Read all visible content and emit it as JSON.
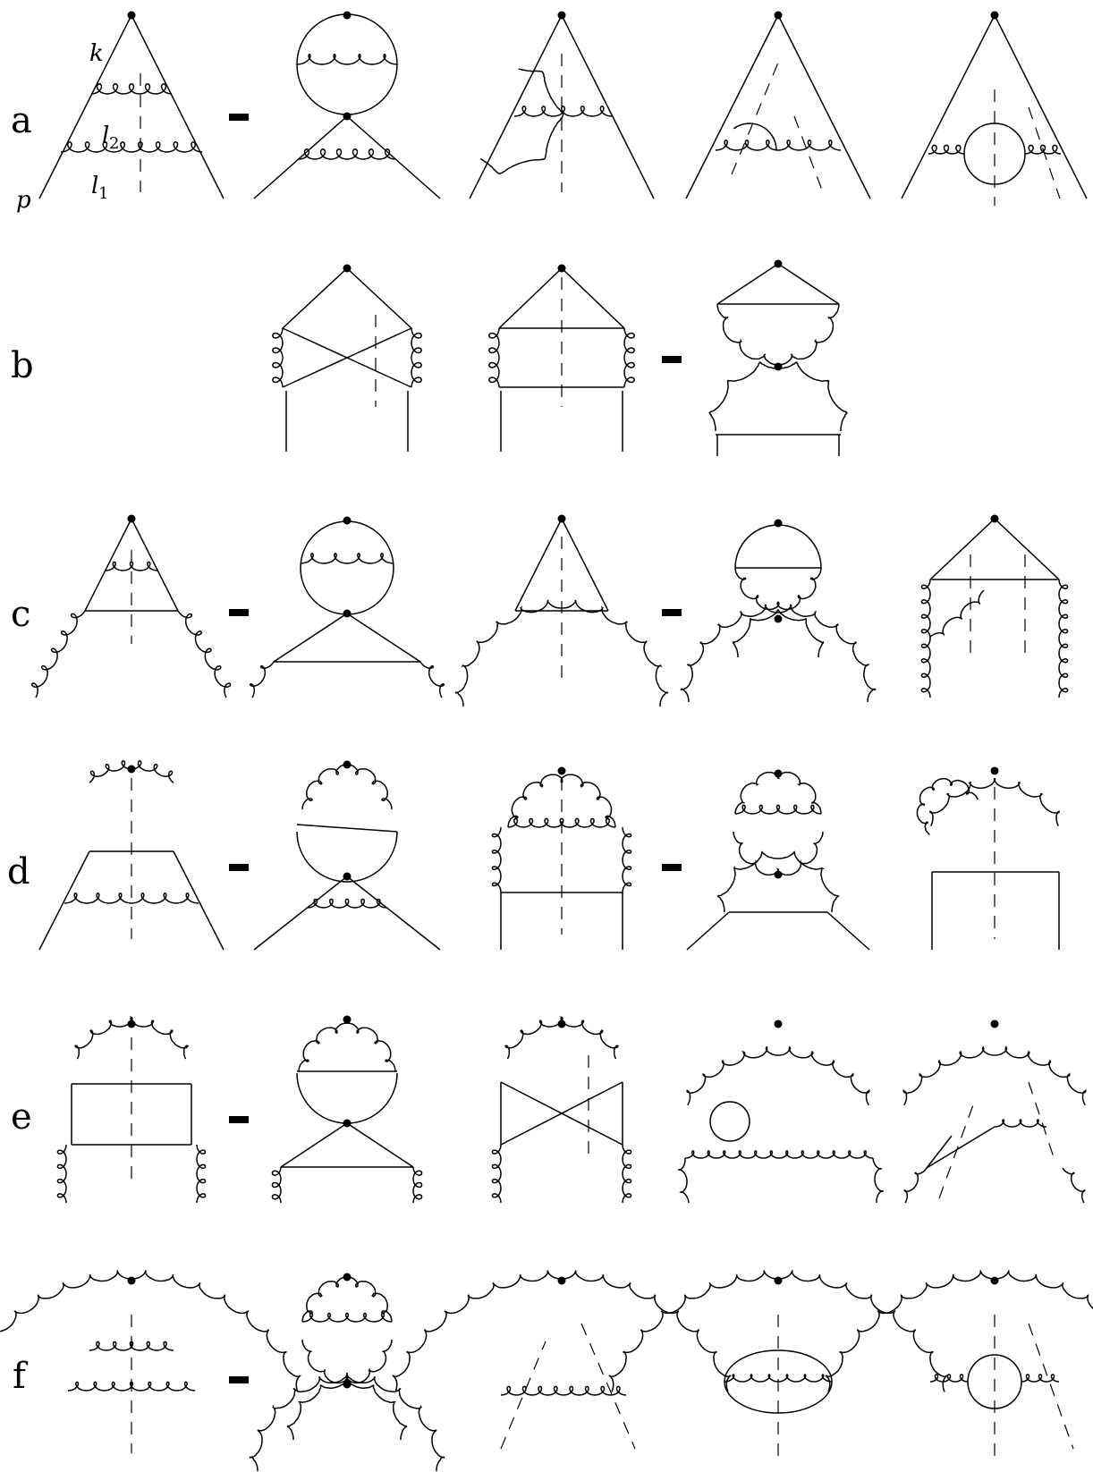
{
  "rows": [
    {
      "label": "a"
    },
    {
      "label": "b"
    },
    {
      "label": "c"
    },
    {
      "label": "d"
    },
    {
      "label": "e"
    },
    {
      "label": "f"
    }
  ],
  "momenta": {
    "k": "k",
    "l": "l",
    "l2_sub": "2",
    "l1_sub": "1",
    "p": "p"
  }
}
